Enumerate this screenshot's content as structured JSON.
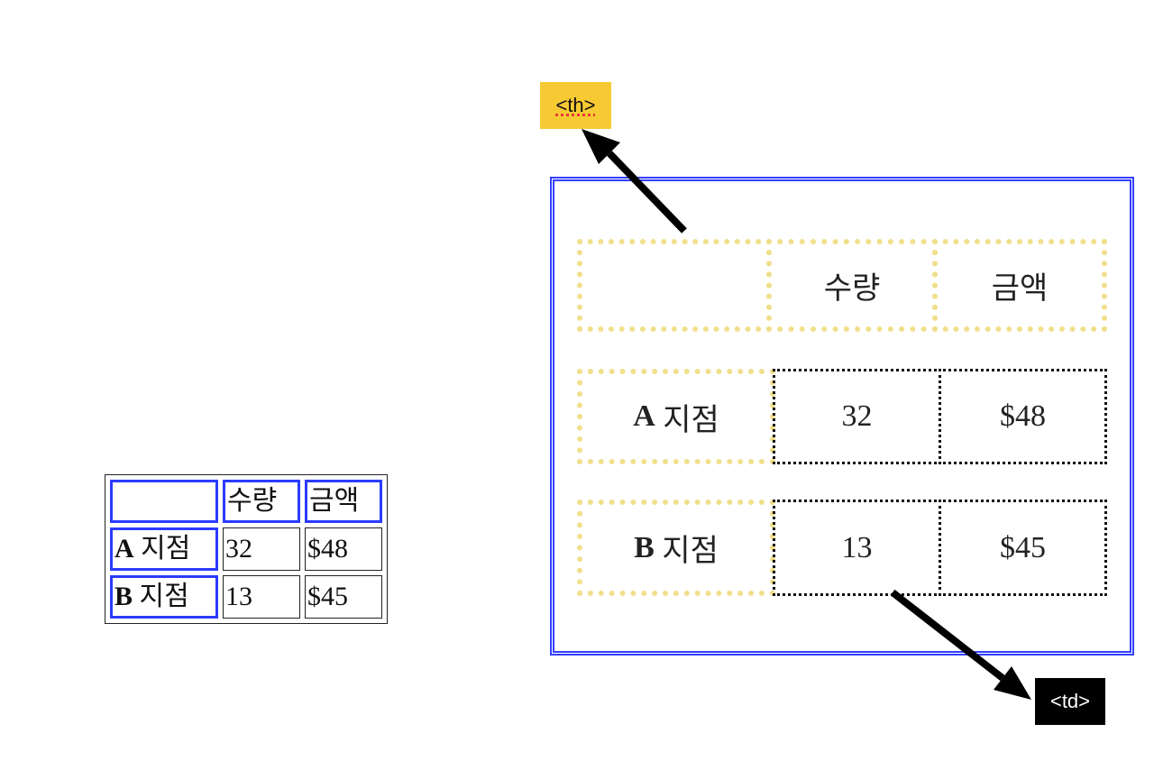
{
  "small_table": {
    "headers": [
      "",
      "수량",
      "금액"
    ],
    "rows": [
      {
        "label_bold": "A",
        "label_rest": " 지점",
        "qty": "32",
        "amount": "$48"
      },
      {
        "label_bold": "B",
        "label_rest": " 지점",
        "qty": "13",
        "amount": "$45"
      }
    ]
  },
  "big_table": {
    "headers": [
      "",
      "수량",
      "금액"
    ],
    "rows": [
      {
        "label_bold": "A",
        "label_rest": " 지점",
        "qty": "32",
        "amount": "$48"
      },
      {
        "label_bold": "B",
        "label_rest": " 지점",
        "qty": "13",
        "amount": "$45"
      }
    ]
  },
  "labels": {
    "th": "<th>",
    "td": "<td>"
  },
  "colors": {
    "th_border": "#2b3bff",
    "outer_border": "#3340ff",
    "th_highlight": "#f1df8c",
    "th_tag_bg": "#f7ca34",
    "td_tag_bg": "#000000"
  }
}
